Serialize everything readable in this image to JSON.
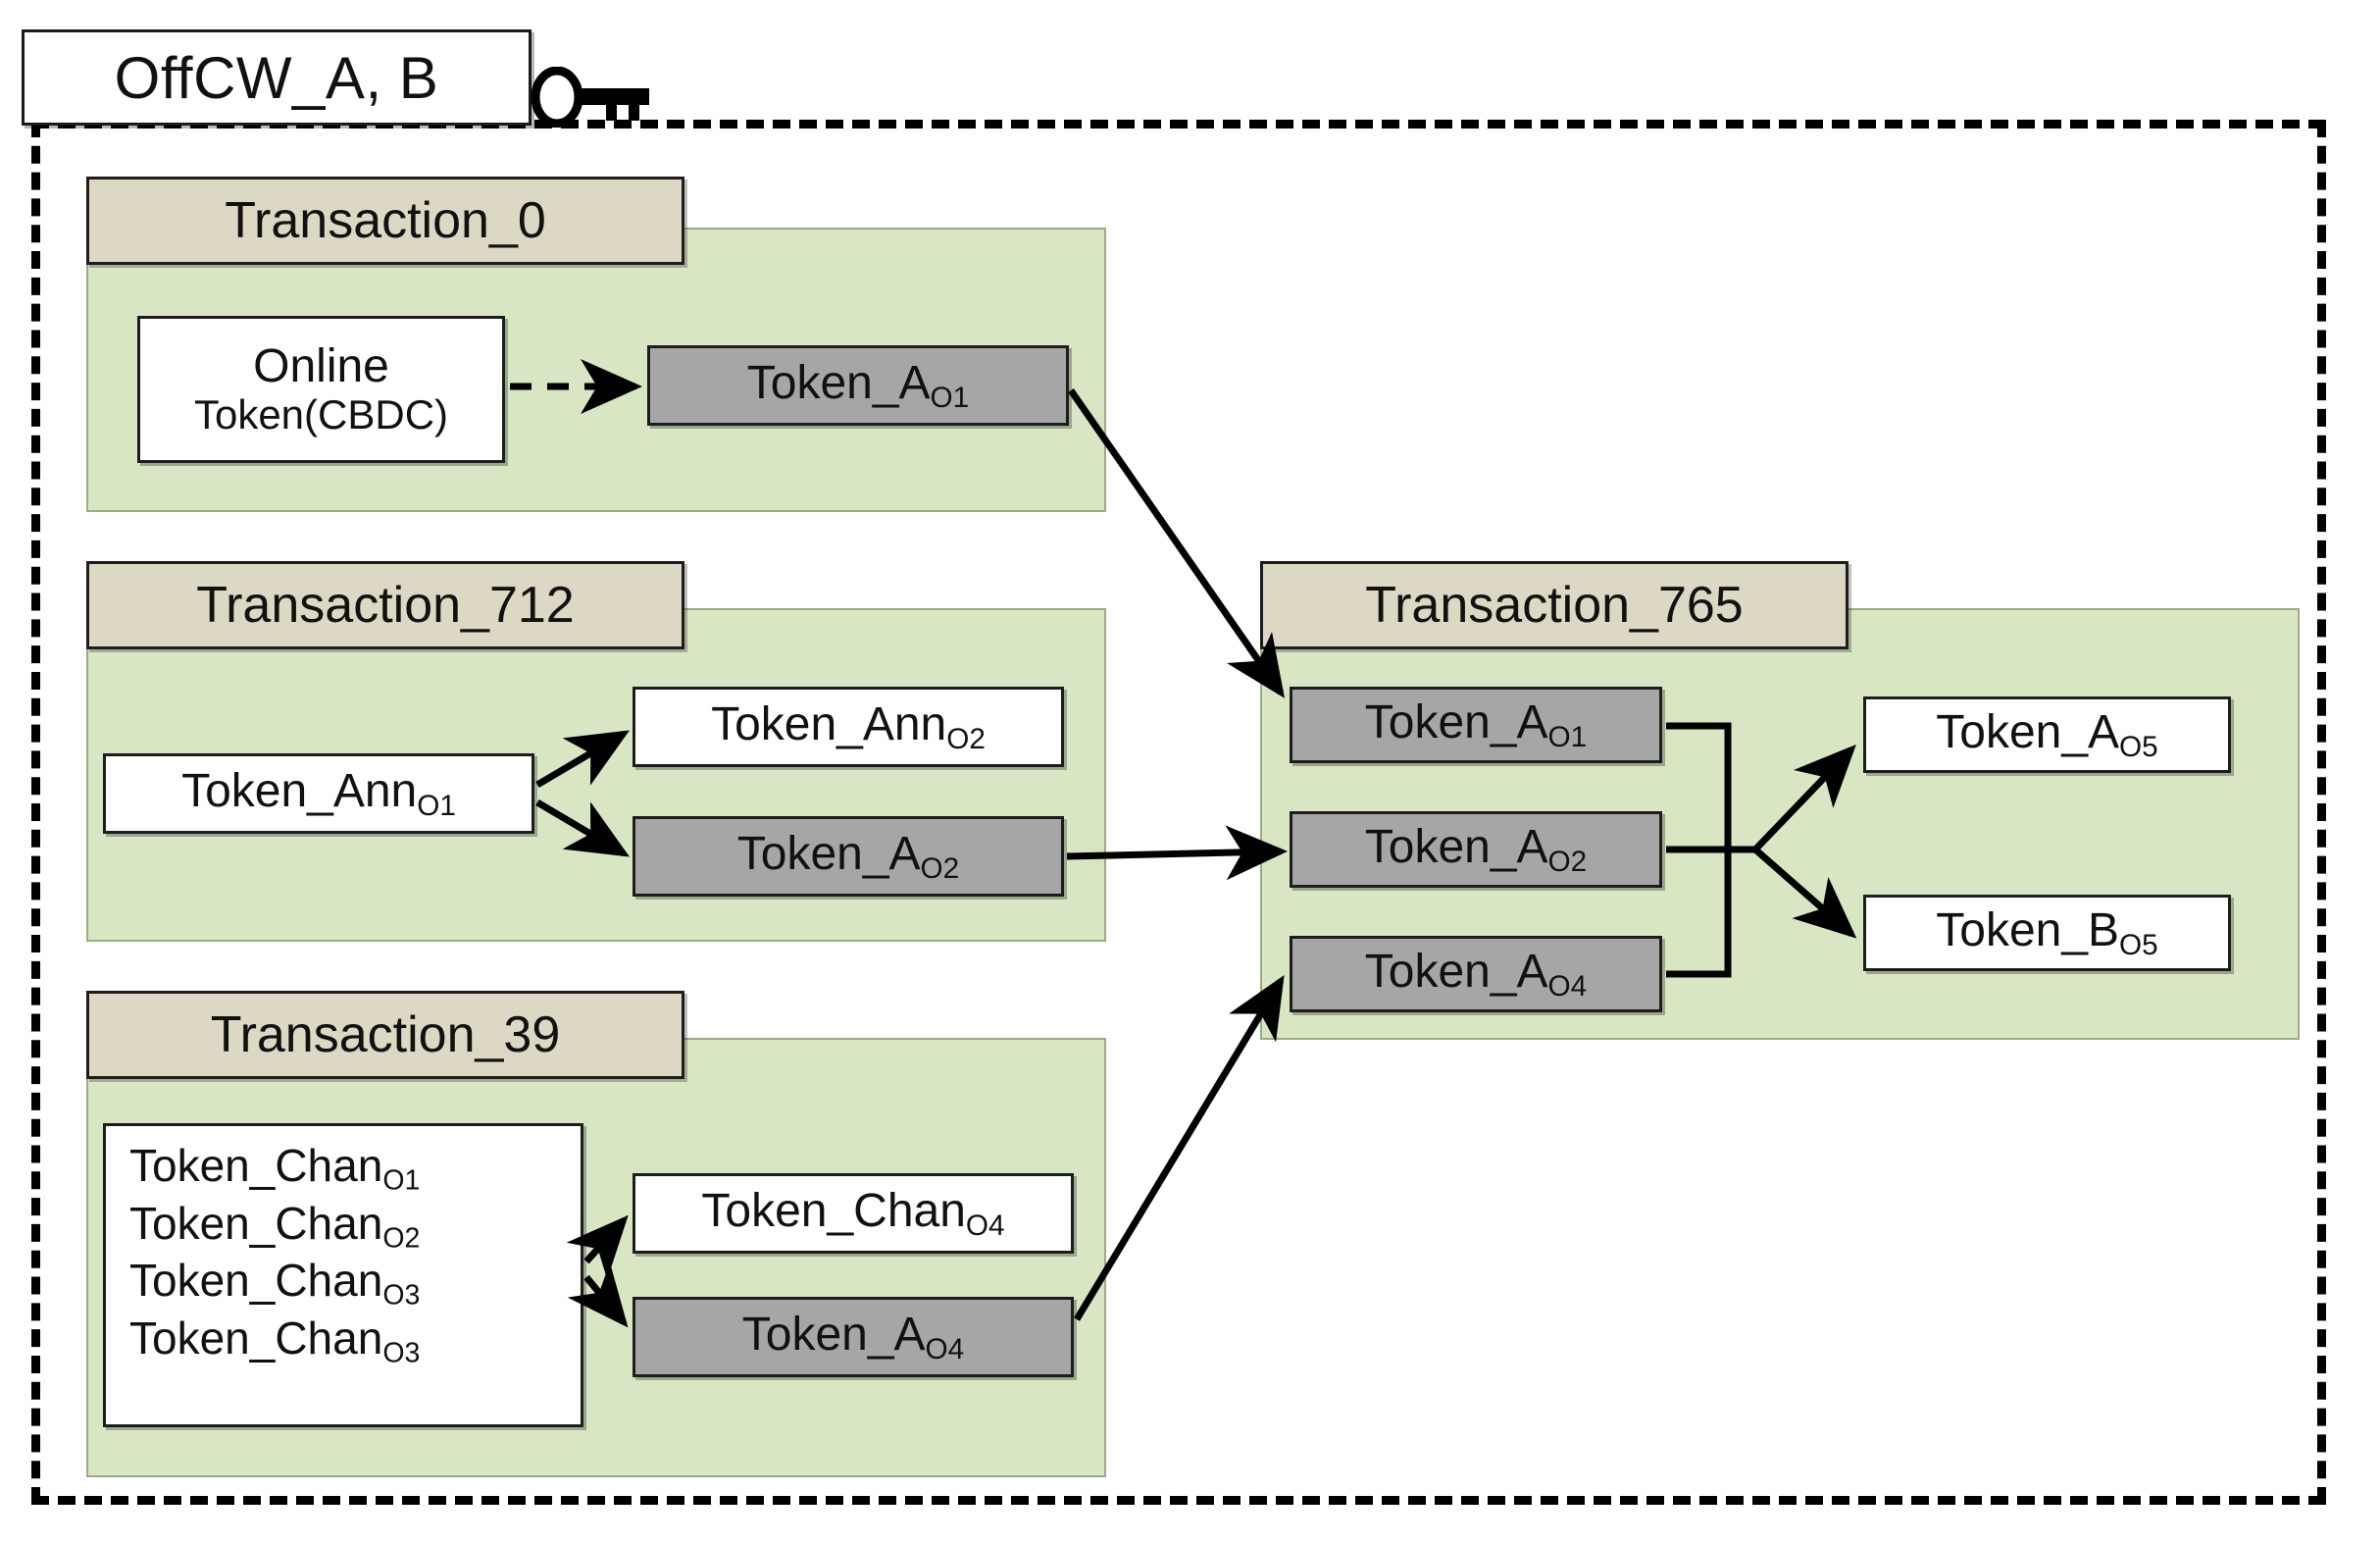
{
  "wallet": {
    "title": "OffCW_A, B",
    "key_icon": "key-icon"
  },
  "transactions": [
    {
      "id": "tx0",
      "header": "Transaction_0",
      "inputs": [
        {
          "label": "Online",
          "label2": "Token(CBDC)",
          "style": "white"
        }
      ],
      "outputs": [
        {
          "base": "Token_A",
          "sub": "O1",
          "style": "gray"
        }
      ]
    },
    {
      "id": "tx712",
      "header": "Transaction_712",
      "inputs": [
        {
          "base": "Token_Ann",
          "sub": "O1",
          "style": "white"
        }
      ],
      "outputs": [
        {
          "base": "Token_Ann",
          "sub": "O2",
          "style": "white"
        },
        {
          "base": "Token_A",
          "sub": "O2",
          "style": "gray"
        }
      ]
    },
    {
      "id": "tx39",
      "header": "Transaction_39",
      "inputs": [
        {
          "base": "Token_Chan",
          "sub": "O1",
          "style": "white"
        },
        {
          "base": "Token_Chan",
          "sub": "O2",
          "style": "white"
        },
        {
          "base": "Token_Chan",
          "sub": "O3",
          "style": "white"
        },
        {
          "base": "Token_Chan",
          "sub": "O3",
          "style": "white"
        }
      ],
      "outputs": [
        {
          "base": "Token_Chan",
          "sub": "O4",
          "style": "white"
        },
        {
          "base": "Token_A",
          "sub": "O4",
          "style": "gray"
        }
      ]
    },
    {
      "id": "tx765",
      "header": "Transaction_765",
      "inputs": [
        {
          "base": "Token_A",
          "sub": "O1",
          "style": "gray"
        },
        {
          "base": "Token_A",
          "sub": "O2",
          "style": "gray"
        },
        {
          "base": "Token_A",
          "sub": "O4",
          "style": "gray"
        }
      ],
      "outputs": [
        {
          "base": "Token_A",
          "sub": "O5",
          "style": "white"
        },
        {
          "base": "Token_B",
          "sub": "O5",
          "style": "white"
        }
      ]
    }
  ],
  "labels": {
    "tx0_header": "Transaction_0",
    "tx712_header": "Transaction_712",
    "tx39_header": "Transaction_39",
    "tx765_header": "Transaction_765",
    "online_line1": "Online",
    "online_line2": "Token(CBDC)",
    "tok_a_o1_base": "Token_A",
    "tok_a_o1_sub": "O1",
    "tok_ann_o1_base": "Token_Ann",
    "tok_ann_o1_sub": "O1",
    "tok_ann_o2_base": "Token_Ann",
    "tok_ann_o2_sub": "O2",
    "tok_a_o2_base": "Token_A",
    "tok_a_o2_sub": "O2",
    "tok_chan_o1_base": "Token_Chan",
    "tok_chan_o1_sub": "O1",
    "tok_chan_o2_base": "Token_Chan",
    "tok_chan_o2_sub": "O2",
    "tok_chan_o3_base": "Token_Chan",
    "tok_chan_o3_sub": "O3",
    "tok_chan_o3b_base": "Token_Chan",
    "tok_chan_o3b_sub": "O3",
    "tok_chan_o4_base": "Token_Chan",
    "tok_chan_o4_sub": "O4",
    "tok_a_o4_base": "Token_A",
    "tok_a_o4_sub": "O4",
    "tx765_in1_base": "Token_A",
    "tx765_in1_sub": "O1",
    "tx765_in2_base": "Token_A",
    "tx765_in2_sub": "O2",
    "tx765_in3_base": "Token_A",
    "tx765_in3_sub": "O4",
    "tok_a_o5_base": "Token_A",
    "tok_a_o5_sub": "O5",
    "tok_b_o5_base": "Token_B",
    "tok_b_o5_sub": "O5"
  },
  "colors": {
    "group_fill": "#d9e6c3",
    "header_fill": "#ddd8c4",
    "token_gray": "#a6a6a6",
    "token_white": "#ffffff",
    "stroke": "#1d1d1d"
  }
}
